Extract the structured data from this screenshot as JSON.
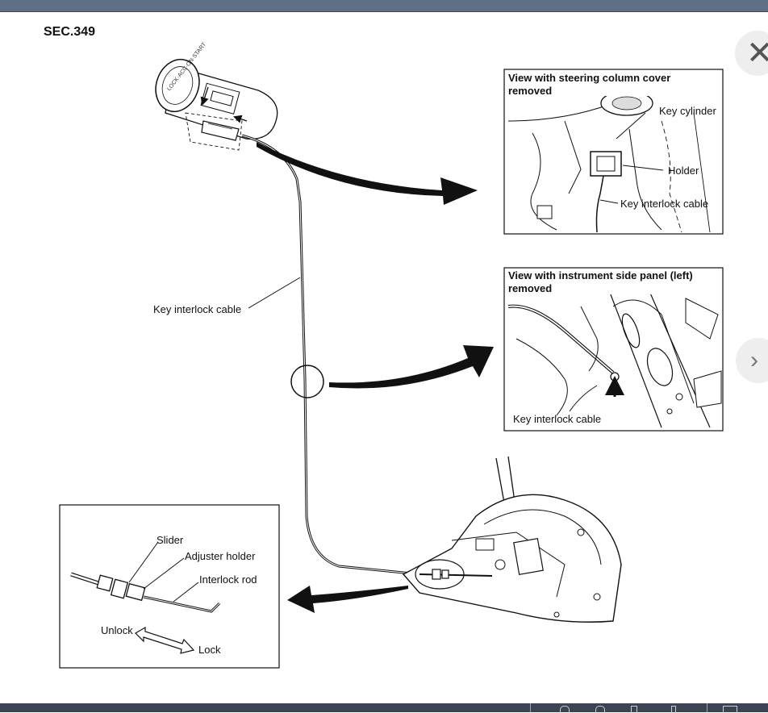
{
  "section_code": "SEC.349",
  "labels": {
    "key_interlock_cable_main": "Key interlock cable",
    "key_cylinder_markings": "LOCK·ACC·ON·START"
  },
  "inset_top": {
    "title_line1": "View with steering column cover",
    "title_line2": "removed",
    "key_cylinder": "Key cylinder",
    "holder": "Holder",
    "key_interlock_cable": "Key interlock cable"
  },
  "inset_middle": {
    "title_line1": "View with instrument side panel (left)",
    "title_line2": "removed",
    "key_interlock_cable": "Key interlock cable"
  },
  "inset_bottom": {
    "slider": "Slider",
    "adjuster_holder": "Adjuster holder",
    "interlock_rod": "Interlock rod",
    "unlock": "Unlock",
    "lock": "Lock"
  },
  "controls": {
    "close_glyph": "✕",
    "next_glyph": "›"
  }
}
